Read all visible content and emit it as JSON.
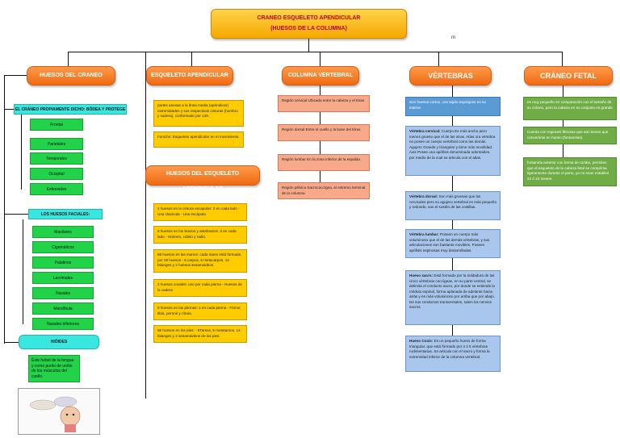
{
  "title": {
    "line1": "CRANEO ESQUELETO APENDICULAR",
    "line2": "(HUESOS DE LA COLUMNA)"
  },
  "stray_mark": "m",
  "columns": {
    "craneo": {
      "header": "HUESOS DEL CRANEO",
      "sub1": "EL CRÁNEO PROPIAMENTE DICHO: BÓDEA Y PROTEGE",
      "sub1_items": [
        "Frontal",
        "Parietales",
        "Temporales",
        "Occipital",
        "Esfenoides"
      ],
      "sub2": "LOS HUESOS FACIALES:",
      "sub2_items": [
        "Maxilares",
        "Cigomáticos",
        "Palatinos",
        "Lacrimales",
        "Nasales",
        "Mandíbula",
        "Nasales inferiores"
      ],
      "sub3": "HIÓIDES",
      "sub3_text": "Ëste hobel de la lengua y como punto de unión de los músculos del cuello."
    },
    "esqueleto": {
      "header": "ESQUELETO APENDICULAR",
      "boxes": [
        "partes anexas a la línea media (apéndices) extremidades y sus respectivas cinturas (hombro y cadera), conformado por 126.",
        "Función: Esqueleto apendicular en el movimiento."
      ],
      "sub_header": "HUESOS DEL ESQUELETO APENDICULAR",
      "sub_boxes": [
        "4 huesos en la cintura escapular: 2 en cada lado - Una clavícula - Una escápula",
        "6 huesos en los brazos y antebrazos: 3 en cada lado - Húmero, cúbito y radio.",
        "58 huesos en las manos: cada mano está formada por 29 huesos - 8 carpos, 5 metacarpos, 14 falanges y 2 huesos sesamoideos.",
        "2 huesos coxales: uno por cada pierna - Huesos de la cadera",
        "8 huesos en las piernas: 4 en cada pierna - Fémur, tibia, peroné y rótula.",
        "56 huesos en los pies: - 8Tarsos, 5 metatarsos, 14 falanges y 2 sesamoideos de los pies."
      ]
    },
    "columna": {
      "header": "COLUMNA VERTEBRAL",
      "boxes": [
        "Región cervical Ubicada entre la cabeza y el tórax",
        "Región dorsal Entre el cuello y la base del tórax.",
        "Región lumbar En la zona inferior de la espalda.",
        "Región pélvica Sacrococcígea, el extremo terminal de la columna"
      ]
    },
    "vertebras": {
      "header": "VÉRTEBRAS",
      "intro": "Son huesos cortos, con tejido esponjoso en su interior.",
      "boxes": [
        {
          "bold": "Vértebra cervical:",
          "text": " Cuerpo Es más ancho pero menos grueso que el de las otras. Atlas 1ra vértebra no posee un cuerpo vertebral como las demás. Agujero Grande y triangular y tiene más movilidad. Axis Posee una apófisis denominada odontoides, por medio de la cual se articula con el atlas."
        },
        {
          "bold": "Vértebra dorsal:",
          "text": " Son más gruesas que las cervicales pero su agujero vertebral es más pequeño y redondo, van el sostén de las costillas."
        },
        {
          "bold": "Vértebra lumbar:",
          "text": " Poseen un cuerpo más voluminoso que el de las demás vértebras, y sus articulaciones son bastante movibles. Poseen apófisis espinosas muy desarrolladas."
        },
        {
          "bold": "Hueso sacro:",
          "text": " Está formado por la soldadura de las cinco vértebras coccígeas, en su parte central, se delimita el conducto sacro, por donde se extiende la médula espinal, forma aplanada de adelante hacia atrás y es más voluminoso por arriba que por abajo. De sus conductos transversales, salen los nervios sacros."
        },
        {
          "bold": "Hueso Coxis:",
          "text": " Es un pequeño hueso de forma triangular, que está formado por 4 ó 5 vértebras rudimentarias. Se articula con el sacro y forma la extremidad inferior de la columna vertebral."
        }
      ]
    },
    "fetal": {
      "header": "CRÁNEO FETAL",
      "boxes": [
        "es muy pequeño en comparación con el tamaño de su cráneo, pero la cabeza en su conjunto es grande",
        "Cuenta con regiones fibrosas que aún tienen que convertirse en hueso (fontanelas).",
        "fontanela anterior con forma de rombo, permiten que el esqueleto de la cabeza fetal se comprima ligeramente durante el parto, ya no sean notables 22 ó 24 meses."
      ]
    }
  }
}
